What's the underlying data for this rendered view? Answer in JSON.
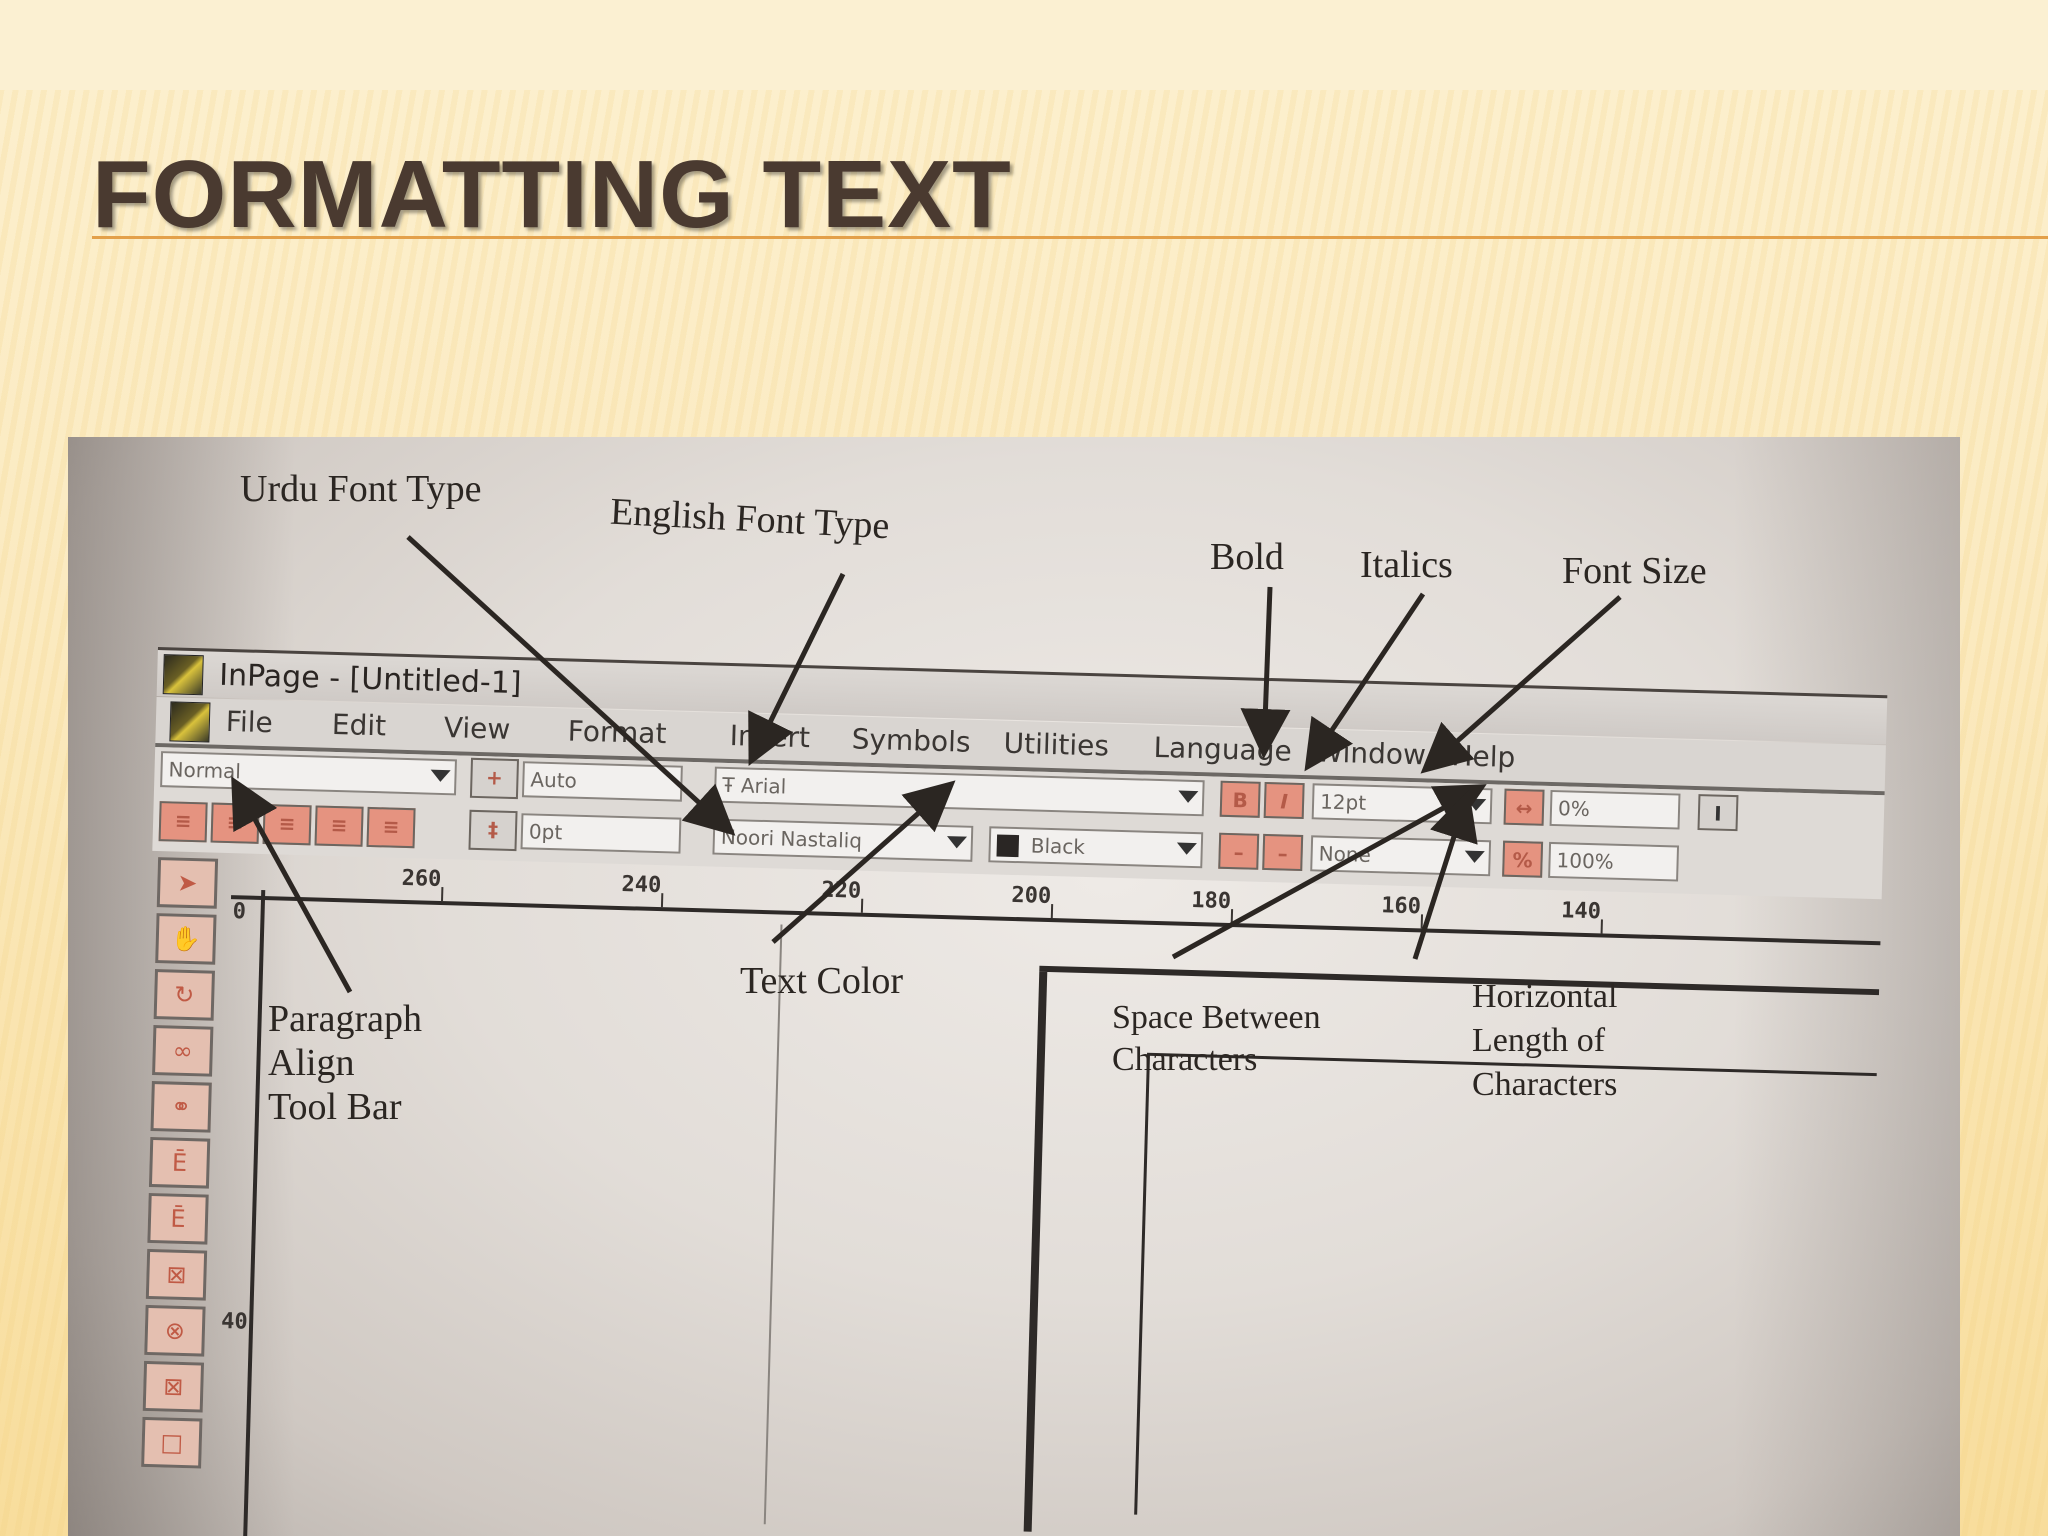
{
  "slide": {
    "title": "FORMATTING TEXT"
  },
  "window": {
    "title": "InPage - [Untitled-1]"
  },
  "menu": {
    "items": [
      "File",
      "Edit",
      "View",
      "Format",
      "Insert",
      "Symbols",
      "Utilities",
      "Language",
      "Window",
      "Help"
    ]
  },
  "toolbar": {
    "style_value": "Normal",
    "leading_value": "Auto",
    "spacing_value": "0pt",
    "english_font_value": "Arial",
    "urdu_font_value": "Noori Nastaliq",
    "color_value": "Black",
    "bold_glyph": "B",
    "italic_glyph": "I",
    "font_size_value": "12pt",
    "underline_value": "None",
    "char_space_value": "0%",
    "char_length_value": "100%"
  },
  "ruler": {
    "labels": [
      "260",
      "240",
      "220",
      "200",
      "180",
      "160",
      "140"
    ],
    "vertical_labels": [
      "0",
      "40"
    ]
  },
  "annotations": {
    "urdu_font_type": "Urdu Font Type",
    "english_font_type": "English Font Type",
    "bold": "Bold",
    "italics": "Italics",
    "font_size": "Font Size",
    "paragraph_align": [
      "Paragraph",
      "Align",
      "Tool Bar"
    ],
    "text_color": "Text Color",
    "space_between": [
      "Space Between",
      "Characters"
    ],
    "horizontal_length": [
      "Horizontal",
      "Length of",
      "Characters"
    ]
  },
  "colors": {
    "title": "#4a3a30",
    "accent_rule": "#e3a04a",
    "toolbar_button": "#e59380"
  }
}
